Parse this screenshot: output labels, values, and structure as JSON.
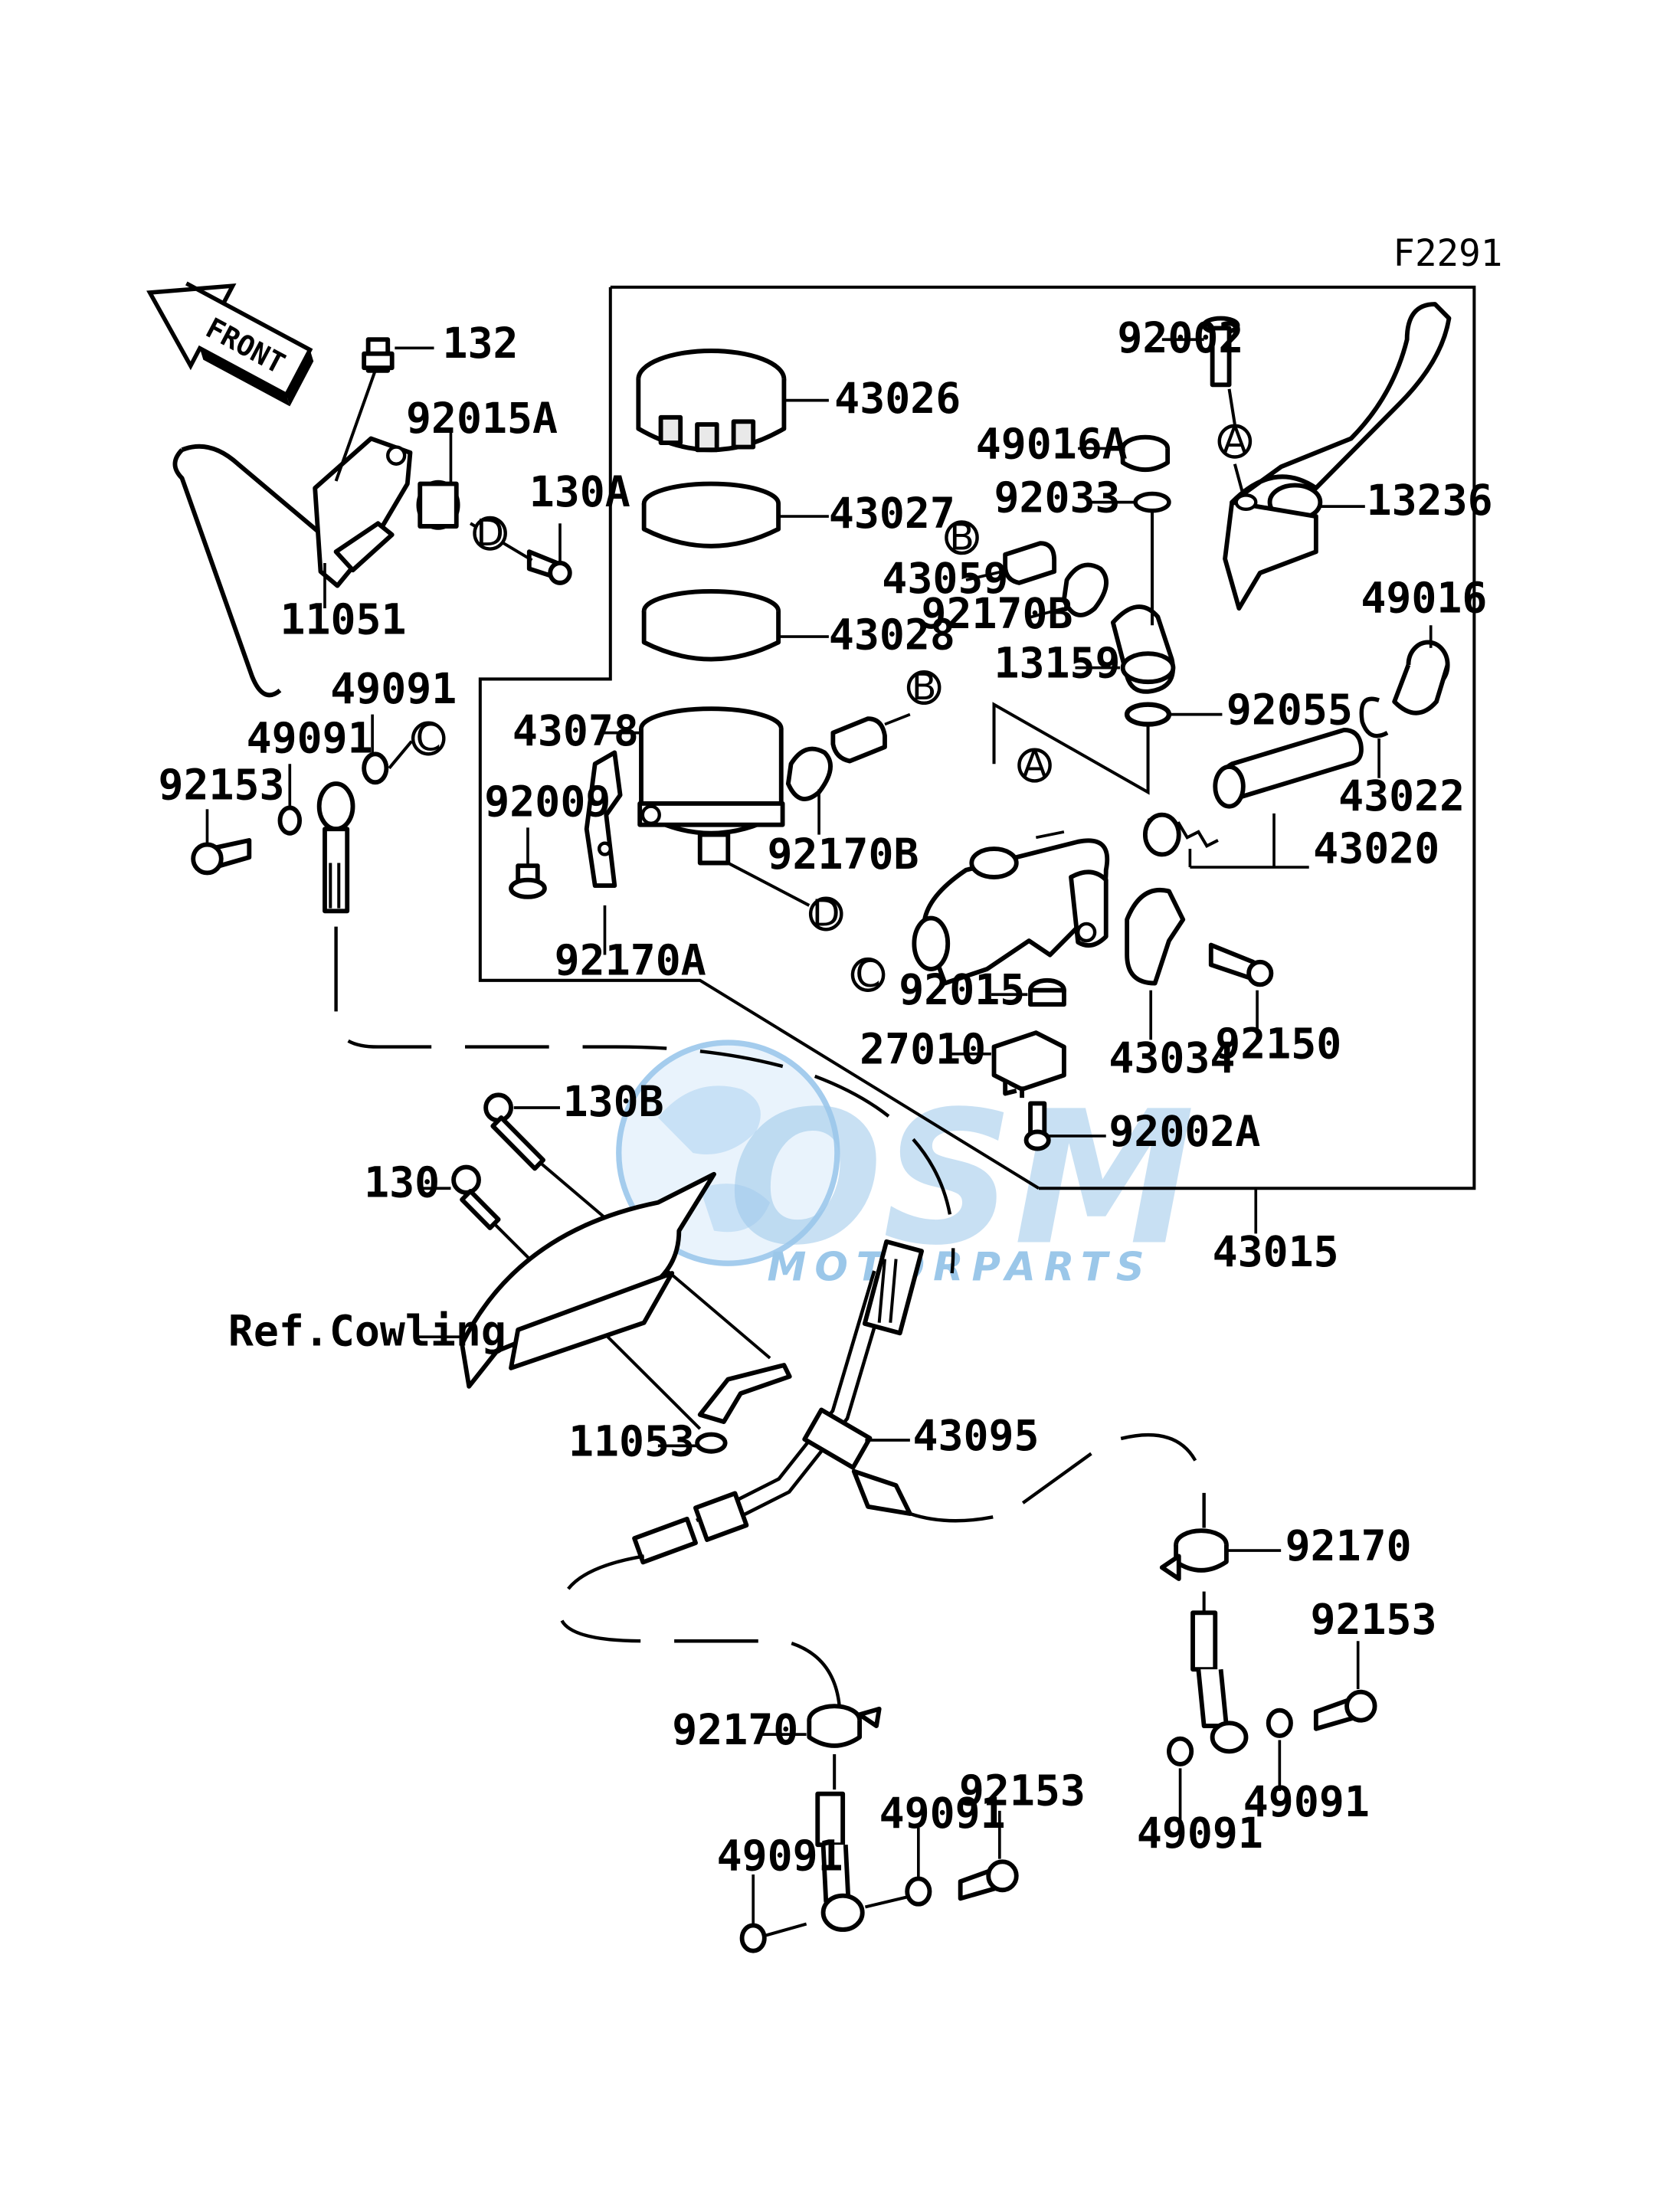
{
  "figure_code": "F2291",
  "front_arrow_label": "FRONT",
  "reference_label": "Ref.Cowling",
  "watermark": {
    "brand": "OSM",
    "sub": "MOTORPARTS",
    "color": "#3b8fd4"
  },
  "callout_letters": {
    "a": "A",
    "b": "B",
    "c": "C",
    "d": "D"
  },
  "parts": {
    "p132": "132",
    "p92015A": "92015A",
    "p130A": "130A",
    "p11051": "11051",
    "p49091a": "49091",
    "p49091b": "49091",
    "p92153a": "92153",
    "p43026": "43026",
    "p43027": "43027",
    "p43028": "43028",
    "p43078": "43078",
    "p92009": "92009",
    "p92170A": "92170A",
    "p92170B_a": "92170B",
    "p92170B_b": "92170B",
    "p92002": "92002",
    "p49016A": "49016A",
    "p92033": "92033",
    "p43059": "43059",
    "p13159": "13159",
    "p13236": "13236",
    "p49016": "49016",
    "p92055": "92055",
    "p43022": "43022",
    "p43020": "43020",
    "p92015": "92015",
    "p43034": "43034",
    "p92150": "92150",
    "p27010": "27010",
    "p92002A": "92002A",
    "p43015": "43015",
    "p130B": "130B",
    "p130": "130",
    "p11053": "11053",
    "p43095": "43095",
    "p92170a": "92170",
    "p92170b": "92170",
    "p92153b": "92153",
    "p92153c": "92153",
    "p49091c": "49091",
    "p49091d": "49091",
    "p49091e": "49091",
    "p49091f": "49091"
  }
}
